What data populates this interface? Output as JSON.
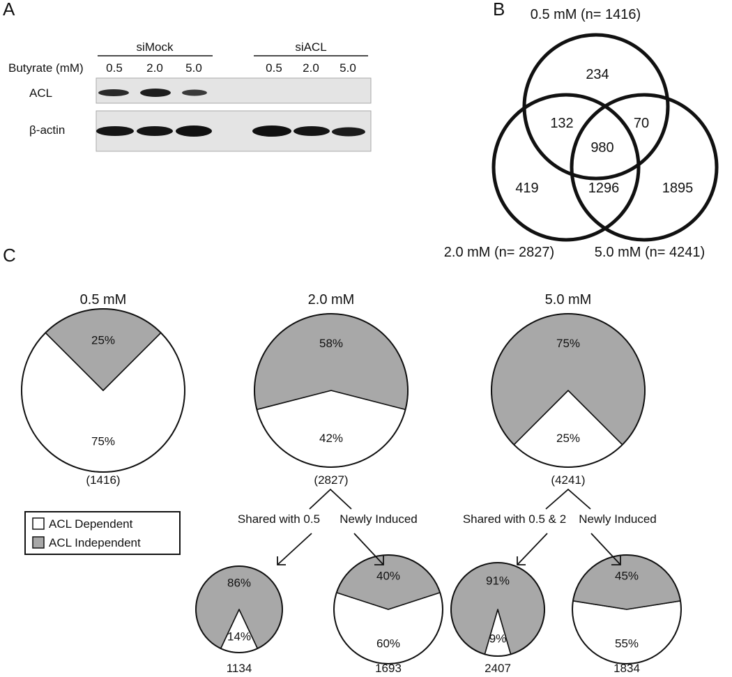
{
  "panels": {
    "a": "A",
    "b": "B",
    "c": "C"
  },
  "western_blot": {
    "groups": [
      "siMock",
      "siACL"
    ],
    "butyrate_label": "Butyrate (mM)",
    "concentrations": [
      "0.5",
      "2.0",
      "5.0",
      "0.5",
      "2.0",
      "5.0"
    ],
    "row_labels": [
      "ACL",
      "β-actin"
    ]
  },
  "venn": {
    "sets": [
      "0.5 mM (n= 1416)",
      "2.0 mM (n= 2827)",
      "5.0 mM (n= 4241)"
    ],
    "regions": {
      "only_05": "234",
      "only_20": "419",
      "only_50": "1895",
      "05_20": "132",
      "05_50": "70",
      "20_50": "1296",
      "all": "980"
    }
  },
  "legend": {
    "dependent": "ACL Dependent",
    "independent": "ACL Independent"
  },
  "colors": {
    "dependent": "#ffffff",
    "independent": "#a8a8a8",
    "stroke": "#111111"
  },
  "branch_labels": {
    "shared_2": "Shared with 0.5",
    "new_2": "Newly Induced",
    "shared_5": "Shared with 0.5 & 2",
    "new_5": "Newly Induced"
  },
  "chart_data": [
    {
      "type": "pie",
      "title": "0.5 mM",
      "count": "(1416)",
      "categories": [
        "ACL Dependent",
        "ACL Independent"
      ],
      "values": [
        75,
        25
      ],
      "labels": [
        "75%",
        "25%"
      ]
    },
    {
      "type": "pie",
      "title": "2.0 mM",
      "count": "(2827)",
      "categories": [
        "ACL Dependent",
        "ACL Independent"
      ],
      "values": [
        42,
        58
      ],
      "labels": [
        "42%",
        "58%"
      ]
    },
    {
      "type": "pie",
      "title": "5.0 mM",
      "count": "(4241)",
      "categories": [
        "ACL Dependent",
        "ACL Independent"
      ],
      "values": [
        25,
        75
      ],
      "labels": [
        "25%",
        "75%"
      ]
    },
    {
      "type": "pie",
      "title": "",
      "count": "1134",
      "categories": [
        "ACL Dependent",
        "ACL Independent"
      ],
      "values": [
        14,
        86
      ],
      "labels": [
        "14%",
        "86%"
      ]
    },
    {
      "type": "pie",
      "title": "",
      "count": "1693",
      "categories": [
        "ACL Dependent",
        "ACL Independent"
      ],
      "values": [
        60,
        40
      ],
      "labels": [
        "60%",
        "40%"
      ]
    },
    {
      "type": "pie",
      "title": "",
      "count": "2407",
      "categories": [
        "ACL Dependent",
        "ACL Independent"
      ],
      "values": [
        9,
        91
      ],
      "labels": [
        "9%",
        "91%"
      ]
    },
    {
      "type": "pie",
      "title": "",
      "count": "1834",
      "categories": [
        "ACL Dependent",
        "ACL Independent"
      ],
      "values": [
        55,
        45
      ],
      "labels": [
        "55%",
        "45%"
      ]
    }
  ]
}
